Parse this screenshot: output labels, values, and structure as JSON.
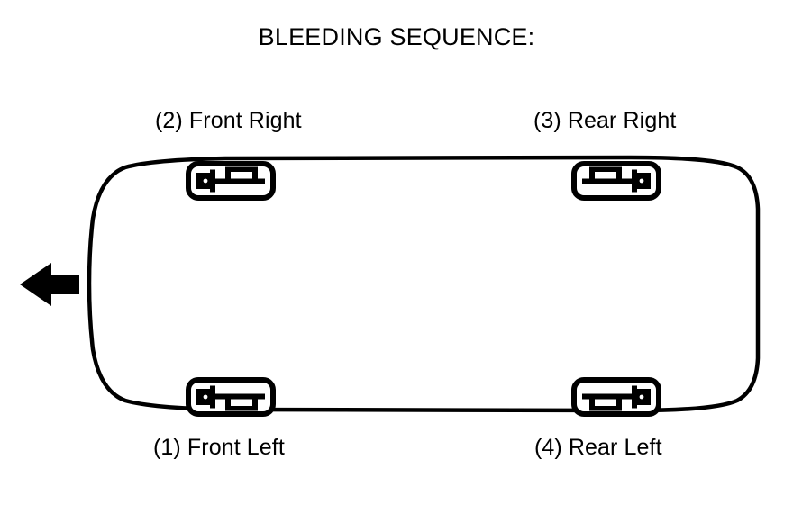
{
  "diagram": {
    "title": "BLEEDING SEQUENCE:",
    "type": "vehicle-brake-bleeding-sequence",
    "view": "top-down vehicle outline",
    "colors": {
      "stroke": "#000000",
      "fill": "#000000",
      "background": "#ffffff"
    },
    "direction_arrow": {
      "name": "front-direction-arrow",
      "points": "left",
      "label": ""
    },
    "wheels": [
      {
        "order": "2",
        "label": "(2) Front Right",
        "position": "top-left",
        "icon": "brake-caliper-icon",
        "hub_side": "left",
        "caliper_side": "top"
      },
      {
        "order": "3",
        "label": "(3) Rear Right",
        "position": "top-right",
        "icon": "brake-caliper-icon",
        "hub_side": "right",
        "caliper_side": "top"
      },
      {
        "order": "1",
        "label": "(1) Front Left",
        "position": "bottom-left",
        "icon": "brake-caliper-icon",
        "hub_side": "left",
        "caliper_side": "bottom"
      },
      {
        "order": "4",
        "label": "(4) Rear Left",
        "position": "bottom-right",
        "icon": "brake-caliper-icon",
        "hub_side": "right",
        "caliper_side": "bottom"
      }
    ]
  }
}
